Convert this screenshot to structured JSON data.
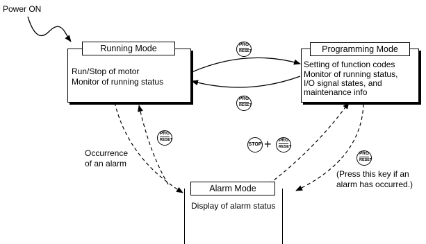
{
  "power_on": "Power ON",
  "running": {
    "title": "Running Mode",
    "line1": "Run/Stop of motor",
    "line2": "Monitor of running status"
  },
  "programming": {
    "title": "Programming Mode",
    "line1": "Setting of function codes",
    "line2": "Monitor of running status,",
    "line3": "I/O signal states, and",
    "line4": "maintenance info"
  },
  "alarm": {
    "title": "Alarm Mode",
    "line1": "Display of alarm status"
  },
  "keys": {
    "prg": "PRG",
    "reset": "RESET",
    "stop": "STOP",
    "plus": "+"
  },
  "annotations": {
    "occurrence_line1": "Occurrence",
    "occurrence_line2": "of an alarm",
    "press_line1": "(Press this key if an",
    "press_line2": "alarm has occurred.)"
  },
  "icons": [
    "prg-reset-key-icon",
    "stop-key-icon"
  ]
}
